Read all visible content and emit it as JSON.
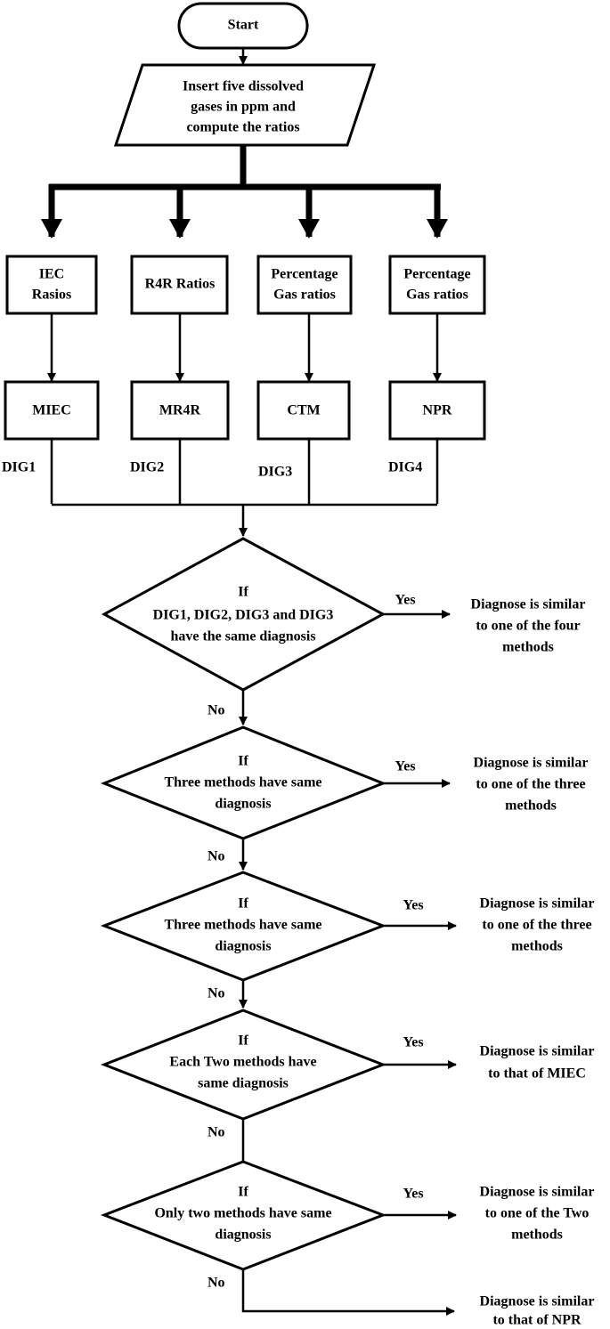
{
  "start": {
    "label": "Start"
  },
  "input": {
    "lines": [
      "Insert five dissolved",
      "gases in ppm and",
      "compute the ratios"
    ]
  },
  "ratio_boxes": [
    {
      "lines": [
        "IEC",
        "Rasios"
      ]
    },
    {
      "lines": [
        "R4R Ratios"
      ]
    },
    {
      "lines": [
        "Percentage",
        "Gas ratios"
      ]
    },
    {
      "lines": [
        "Percentage",
        "Gas ratios"
      ]
    }
  ],
  "method_boxes": [
    {
      "label": "MIEC",
      "output": "DIG1"
    },
    {
      "label": "MR4R",
      "output": "DIG2"
    },
    {
      "label": "CTM",
      "output": "DIG3"
    },
    {
      "label": "NPR",
      "output": "DIG4"
    }
  ],
  "decisions": [
    {
      "lines": [
        "If",
        "DIG1, DIG2, DIG3 and DIG3",
        "have the same diagnosis"
      ],
      "yes_label": "Yes",
      "outcome": [
        "Diagnose is similar",
        "to one of the four",
        "methods"
      ],
      "no_label": "No"
    },
    {
      "lines": [
        "If",
        "Three methods have same",
        "diagnosis"
      ],
      "yes_label": "Yes",
      "outcome": [
        "Diagnose is similar",
        "to one of the three",
        "methods"
      ],
      "no_label": "No"
    },
    {
      "lines": [
        "If",
        "Three methods have same",
        "diagnosis"
      ],
      "yes_label": "Yes",
      "outcome": [
        "Diagnose is similar",
        "to one of the three",
        "methods"
      ],
      "no_label": "No"
    },
    {
      "lines": [
        "If",
        "Each Two methods have",
        "same diagnosis"
      ],
      "yes_label": "Yes",
      "outcome": [
        "Diagnose is similar",
        "to that of MIEC"
      ],
      "no_label": "No"
    },
    {
      "lines": [
        "If",
        "Only two methods have same",
        "diagnosis"
      ],
      "yes_label": "Yes",
      "outcome": [
        "Diagnose is similar",
        "to one of the Two",
        "methods"
      ],
      "no_label": "No"
    }
  ],
  "final_outcome": {
    "lines": [
      "Diagnose is similar",
      "to that of NPR"
    ]
  }
}
